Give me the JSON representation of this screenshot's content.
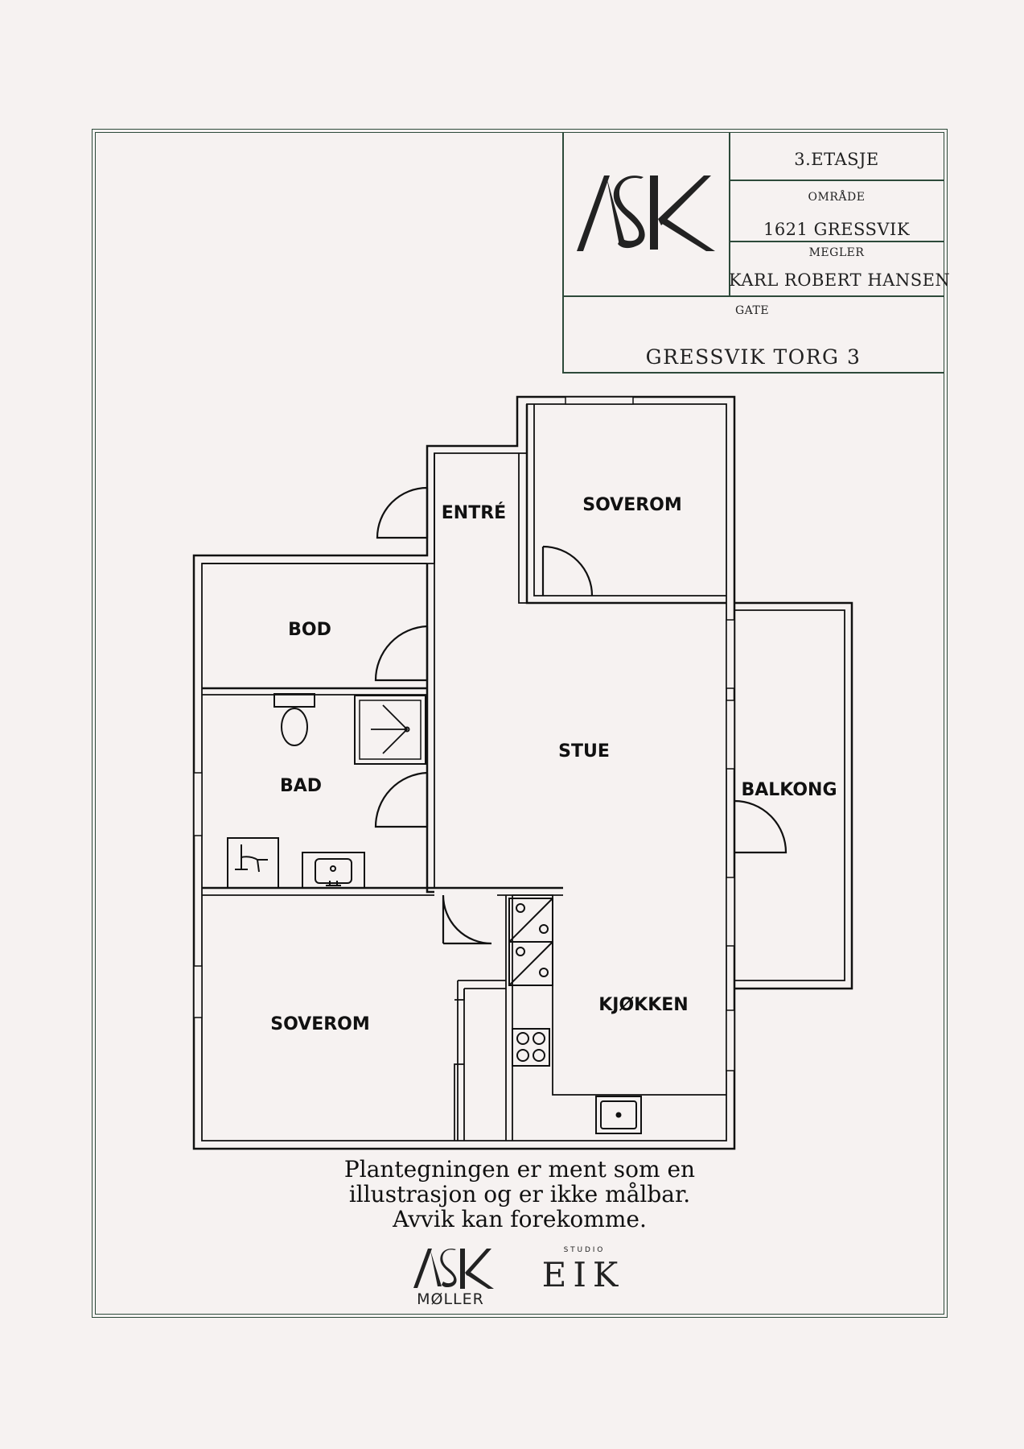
{
  "title_block": {
    "floor": "3.ETASJE",
    "area_label": "OMRÅDE",
    "area_value": "1621 GRESSVIK",
    "agent_label": "MEGLER",
    "agent_value": "KARL ROBERT HANSEN",
    "street_label": "GATE",
    "street_value": "GRESSVIK TORG 3"
  },
  "logo": {
    "text": "ASK"
  },
  "rooms": {
    "entre": "ENTRÉ",
    "soverom_top": "SOVEROM",
    "bod": "BOD",
    "bad": "BAD",
    "stue": "STUE",
    "balkong": "BALKONG",
    "kjokken": "KJØKKEN",
    "soverom_bottom": "SOVEROM"
  },
  "disclaimer": {
    "line1": "Plantegningen er ment som en",
    "line2": "illustrasjon og er ikke målbar.",
    "line3": "Avvik kan forekomme."
  },
  "footer_logos": {
    "ask_moller_main": "ASK",
    "ask_moller_sub": "MØLLER",
    "studio": "S T U D I O",
    "eik": "EIK"
  },
  "colors": {
    "frame": "#2d4a3a",
    "background": "#f6f2f1",
    "ink": "#111111"
  }
}
